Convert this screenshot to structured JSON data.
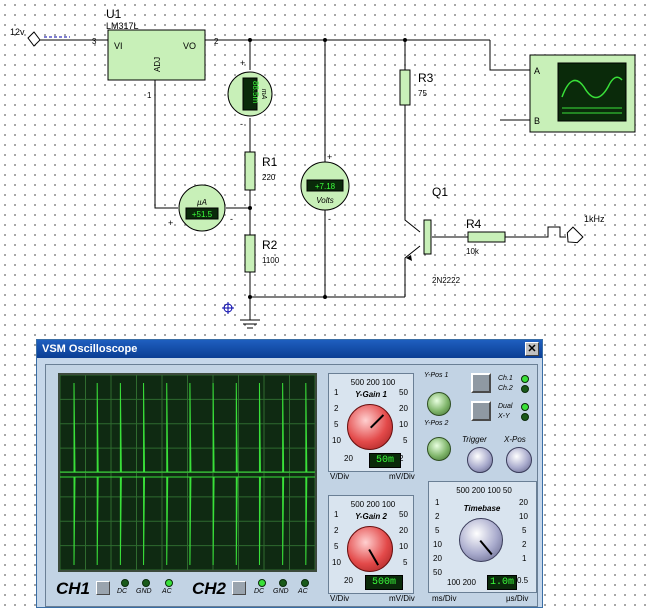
{
  "schematic": {
    "u1": {
      "ref": "U1",
      "part": "LM317L",
      "pin_vi": "VI",
      "pin_vo": "VO",
      "pin_adj": "ADJ",
      "pin3": "3",
      "pin2": "2",
      "pin1": "1"
    },
    "input_label": "12v",
    "ammeter_top": {
      "reading": "88.5m",
      "unit": "mA"
    },
    "ammeter_mid": {
      "unit": "µA",
      "reading": "+51.5"
    },
    "voltmeter": {
      "reading": "+7.18",
      "unit": "Volts"
    },
    "r1": {
      "ref": "R1",
      "value": "220"
    },
    "r2": {
      "ref": "R2",
      "value": "1100"
    },
    "r3": {
      "ref": "R3",
      "value": "75"
    },
    "r4": {
      "ref": "R4",
      "value": "10k"
    },
    "q1": {
      "ref": "Q1",
      "part": "2N2222"
    },
    "pulse_label": "1kHz",
    "scope": {
      "pin_a": "A",
      "pin_b": "B"
    },
    "plus": "+",
    "minus": "-"
  },
  "oscilloscope": {
    "title": "VSM Oscilloscope",
    "close": "✕",
    "ch1": "CH1",
    "ch2": "CH2",
    "coupling": [
      "DC",
      "GND",
      "AC"
    ],
    "ypos1": "Y-Pos 1",
    "ypos2": "Y-Pos 2",
    "ch1_btn": "Ch.1",
    "ch2_btn": "Ch.2",
    "dual": "Dual",
    "xy": "X-Y",
    "trigger": "Trigger",
    "xpos": "X-Pos",
    "ygain1": {
      "title": "Y-Gain 1",
      "readout": "50m",
      "scale_top": "500 200 100",
      "left": [
        "1",
        "2",
        "5",
        "10",
        "20"
      ],
      "right": [
        "50",
        "20",
        "10",
        "5",
        "2"
      ],
      "unit_left": "V/Div",
      "unit_right": "mV/Div"
    },
    "ygain2": {
      "title": "Y-Gain 2",
      "readout": "500m",
      "scale_top": "500 200 100",
      "left": [
        "1",
        "2",
        "5",
        "10",
        "20"
      ],
      "right": [
        "50",
        "20",
        "10",
        "5",
        "2"
      ],
      "unit_left": "V/Div",
      "unit_right": "mV/Div"
    },
    "timebase": {
      "title": "Timebase",
      "readout": "1.0m",
      "scale_top": "500 200 100 50",
      "left": [
        "1",
        "2",
        "5",
        "10",
        "20",
        "50"
      ],
      "right": [
        "20",
        "10",
        "5",
        "2",
        "1",
        "0.5"
      ],
      "bottom_left": "100 200",
      "unit_left": "ms/Div",
      "unit_right": "µs/Div"
    }
  },
  "colors": {
    "trace": "#39e039",
    "grid": "#2f6b2f",
    "screen": "#0f2a12",
    "component_fill": "#c8f0b8",
    "wire": "#000000"
  }
}
